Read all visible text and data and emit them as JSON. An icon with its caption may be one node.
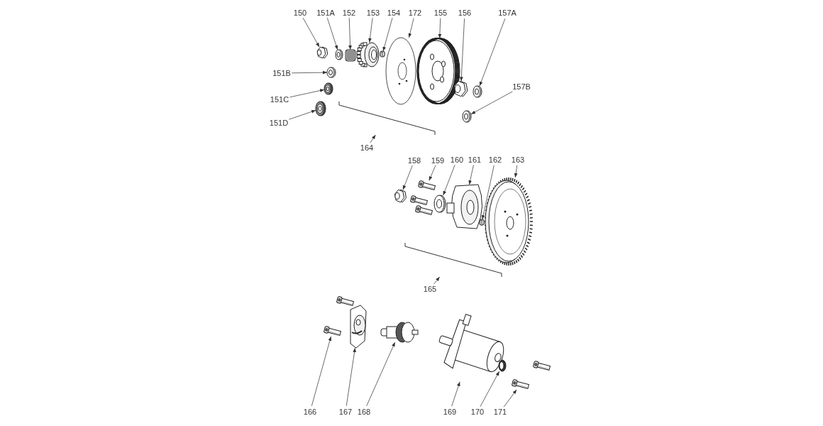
{
  "diagram": {
    "nodes": [
      {
        "text": [
          "150"
        ]
      },
      {
        "text": [
          "151A"
        ]
      },
      {
        "text": [
          "152"
        ]
      },
      {
        "text": [
          "153"
        ]
      },
      {
        "text": [
          "154"
        ]
      },
      {
        "text": [
          "172"
        ]
      },
      {
        "text": [
          "155"
        ]
      },
      {
        "text": [
          "156"
        ]
      },
      {
        "text": [
          "157A"
        ]
      },
      {
        "text": [
          "151B"
        ]
      },
      {
        "text": [
          "157B"
        ]
      },
      {
        "text": [
          "151C"
        ]
      },
      {
        "text": [
          "151D"
        ]
      },
      {
        "text": [
          "164"
        ]
      },
      {
        "text": [
          "158"
        ]
      },
      {
        "text": [
          "159"
        ]
      },
      {
        "text": [
          "160"
        ]
      },
      {
        "text": [
          "161"
        ]
      },
      {
        "text": [
          "162"
        ]
      },
      {
        "text": [
          "163"
        ]
      },
      {
        "text": [
          "165"
        ]
      },
      {
        "text": [
          "166"
        ]
      },
      {
        "text": [
          "167"
        ]
      },
      {
        "text": [
          "168"
        ]
      },
      {
        "text": [
          "169"
        ]
      },
      {
        "text": [
          "170"
        ]
      },
      {
        "text": [
          "171"
        ]
      },
      {
        "text": [],
        "shape": "picture"
      },
      {
        "text": [],
        "shape": "picture"
      },
      {
        "text": [],
        "shape": "picture"
      },
      {
        "text": [],
        "shape": "picture"
      },
      {
        "text": [],
        "shape": "picture"
      },
      {
        "text": [],
        "shape": "picture"
      },
      {
        "text": [],
        "shape": "picture"
      },
      {
        "text": [],
        "shape": "picture"
      },
      {
        "text": [],
        "shape": "picture"
      },
      {
        "text": [],
        "shape": "picture"
      },
      {
        "text": [],
        "shape": "picture"
      },
      {
        "text": [],
        "shape": "picture"
      },
      {
        "text": [],
        "shape": "picture"
      },
      {
        "text": [],
        "shape": "bracket"
      },
      {
        "text": [],
        "shape": "picture"
      },
      {
        "text": [],
        "shape": "picture"
      },
      {
        "text": [],
        "shape": "picture"
      },
      {
        "text": [],
        "shape": "picture"
      },
      {
        "text": [],
        "shape": "picture"
      },
      {
        "text": [],
        "shape": "picture"
      },
      {
        "text": [],
        "shape": "bracket"
      },
      {
        "text": [],
        "shape": "picture"
      },
      {
        "text": [],
        "shape": "picture"
      },
      {
        "text": [],
        "shape": "picture"
      },
      {
        "text": [],
        "shape": "picture"
      },
      {
        "text": [],
        "shape": "picture"
      },
      {
        "text": [],
        "shape": "picture"
      }
    ],
    "edges": [
      {
        "from": 0,
        "to": 27,
        "arrow": "to"
      },
      {
        "from": 1,
        "to": 28,
        "arrow": "to"
      },
      {
        "from": 2,
        "to": 29,
        "arrow": "to"
      },
      {
        "from": 3,
        "to": 30,
        "arrow": "to"
      },
      {
        "from": 4,
        "to": 31,
        "arrow": "to"
      },
      {
        "from": 5,
        "to": 32,
        "arrow": "to"
      },
      {
        "from": 6,
        "to": 33,
        "arrow": "to"
      },
      {
        "from": 7,
        "to": 34,
        "arrow": "to"
      },
      {
        "from": 8,
        "to": 35,
        "arrow": "to"
      },
      {
        "from": 9,
        "to": 36,
        "arrow": "to"
      },
      {
        "from": 10,
        "to": 37,
        "arrow": "to"
      },
      {
        "from": 11,
        "to": 38,
        "arrow": "to"
      },
      {
        "from": 12,
        "to": 39,
        "arrow": "to"
      },
      {
        "from": 13,
        "to": 40,
        "arrow": "to"
      },
      {
        "from": 14,
        "to": 41,
        "arrow": "to"
      },
      {
        "from": 15,
        "to": 42,
        "arrow": "to"
      },
      {
        "from": 16,
        "to": 43,
        "arrow": "to"
      },
      {
        "from": 17,
        "to": 44,
        "arrow": "to"
      },
      {
        "from": 18,
        "to": 45,
        "arrow": "to"
      },
      {
        "from": 19,
        "to": 46,
        "arrow": "to"
      },
      {
        "from": 20,
        "to": 47,
        "arrow": "to"
      },
      {
        "from": 21,
        "to": 48,
        "arrow": "to"
      },
      {
        "from": 22,
        "to": 49,
        "arrow": "to"
      },
      {
        "from": 23,
        "to": 50,
        "arrow": "to"
      },
      {
        "from": 24,
        "to": 51,
        "arrow": "to"
      },
      {
        "from": 25,
        "to": 52,
        "arrow": "to"
      },
      {
        "from": 26,
        "to": 53,
        "arrow": "to"
      }
    ]
  }
}
